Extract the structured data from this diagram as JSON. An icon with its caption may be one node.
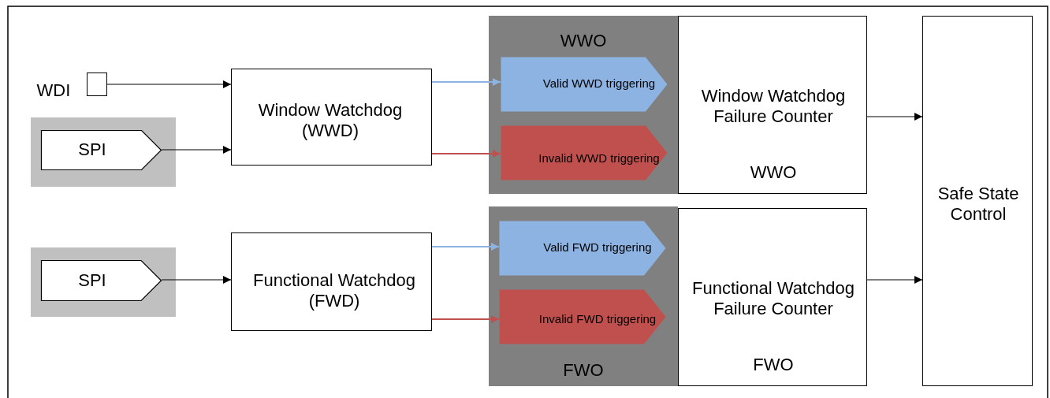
{
  "diagram": {
    "nodes": [
      {
        "text": [],
        "shape": "box",
        "beside": [
          "WDI"
        ]
      },
      {
        "text": [],
        "shape": "box"
      },
      {
        "text": [
          "SPI"
        ],
        "in": 1
      },
      {
        "text": [
          "Window Watchdog (WWD)"
        ]
      },
      {
        "text": [],
        "shape": "box"
      },
      {
        "text": [
          "SPI"
        ],
        "in": 4
      },
      {
        "text": [
          "Functional Watchdog (FWD)"
        ]
      },
      {
        "text": [
          "WWO"
        ]
      },
      {
        "text": [
          "Valid WWD triggering"
        ],
        "in": 7
      },
      {
        "text": [
          "Invalid WWD triggering"
        ],
        "in": 7
      },
      {
        "text": [
          "Window Watchdog Failure Counter",
          "WWO"
        ]
      },
      {
        "text": [
          "FWO"
        ]
      },
      {
        "text": [
          "Valid FWD triggering"
        ],
        "in": 11
      },
      {
        "text": [
          "Invalid FWD triggering"
        ],
        "in": 11
      },
      {
        "text": [
          "Functional Watchdog Failure Counter",
          "FWO"
        ]
      },
      {
        "text": [
          "Safe State Control"
        ]
      }
    ],
    "edges": [
      {
        "from": 0,
        "to": 3,
        "arrow": "to"
      },
      {
        "from": 2,
        "to": 3,
        "arrow": "to"
      },
      {
        "from": 3,
        "to": 8,
        "arrow": "to",
        "color": "#8db3e2"
      },
      {
        "from": 3,
        "to": 9,
        "arrow": "to",
        "color": "#c0504d"
      },
      {
        "from": 5,
        "to": 6,
        "arrow": "to"
      },
      {
        "from": 6,
        "to": 12,
        "arrow": "to",
        "color": "#8db3e2"
      },
      {
        "from": 6,
        "to": 13,
        "arrow": "to",
        "color": "#c0504d"
      },
      {
        "from": 10,
        "to": 15,
        "arrow": "to"
      },
      {
        "from": 14,
        "to": 15,
        "arrow": "to"
      }
    ]
  }
}
